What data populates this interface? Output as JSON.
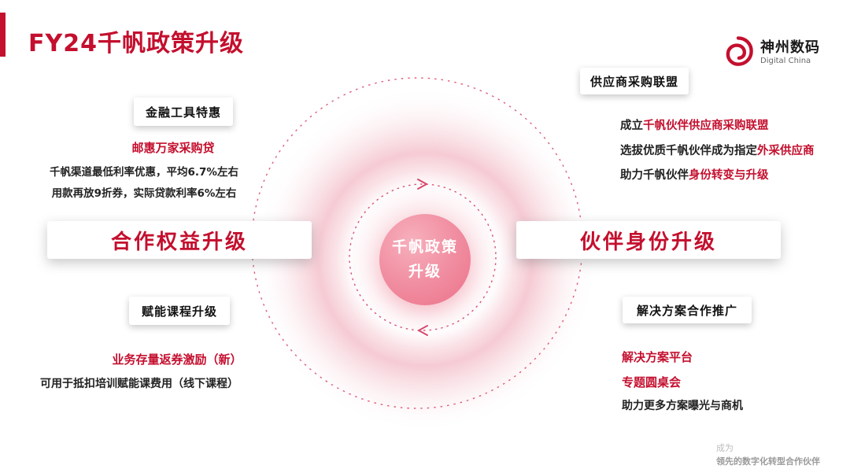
{
  "title": "FY24千帆政策升级",
  "logo": {
    "brand": "神州数码",
    "sub": "Digital China"
  },
  "center": {
    "line1": "千帆政策",
    "line2": "升级"
  },
  "left_top": {
    "box_label": "金融工具特惠",
    "highlight": "邮惠万家采购贷",
    "line1": "千帆渠道最低利率优惠，平均6.7%左右",
    "line2": "用款再放9折券，实际贷款利率6%左右"
  },
  "left_bar": "合作权益升级",
  "left_bottom": {
    "box_label": "赋能课程升级",
    "highlight": "业务存量返券激励（新）",
    "line1": "可用于抵扣培训赋能课费用（线下课程）"
  },
  "right_top": {
    "box_label": "供应商采购联盟",
    "line1_prefix": "成立",
    "line1_highlight": "千帆伙伴供应商采购联盟",
    "line2_prefix": "选拔优质千帆伙伴成为指定",
    "line2_highlight": "外采供应商",
    "line3_prefix": "助力千帆伙伴",
    "line3_highlight": "身份转变与升级"
  },
  "right_bar": "伙伴身份升级",
  "right_bottom": {
    "box_label": "解决方案合作推广",
    "highlight1": "解决方案平台",
    "highlight2": "专题圆桌会",
    "line1": "助力更多方案曝光与商机"
  },
  "footer": {
    "line1": "成为",
    "line2": "领先的数字化转型合作伙伴"
  },
  "colors": {
    "accent": "#C40F2E",
    "ball_pink": "#EE7289",
    "ring_pink": "#F5C6D0",
    "dash_pink": "#D94F6E"
  }
}
